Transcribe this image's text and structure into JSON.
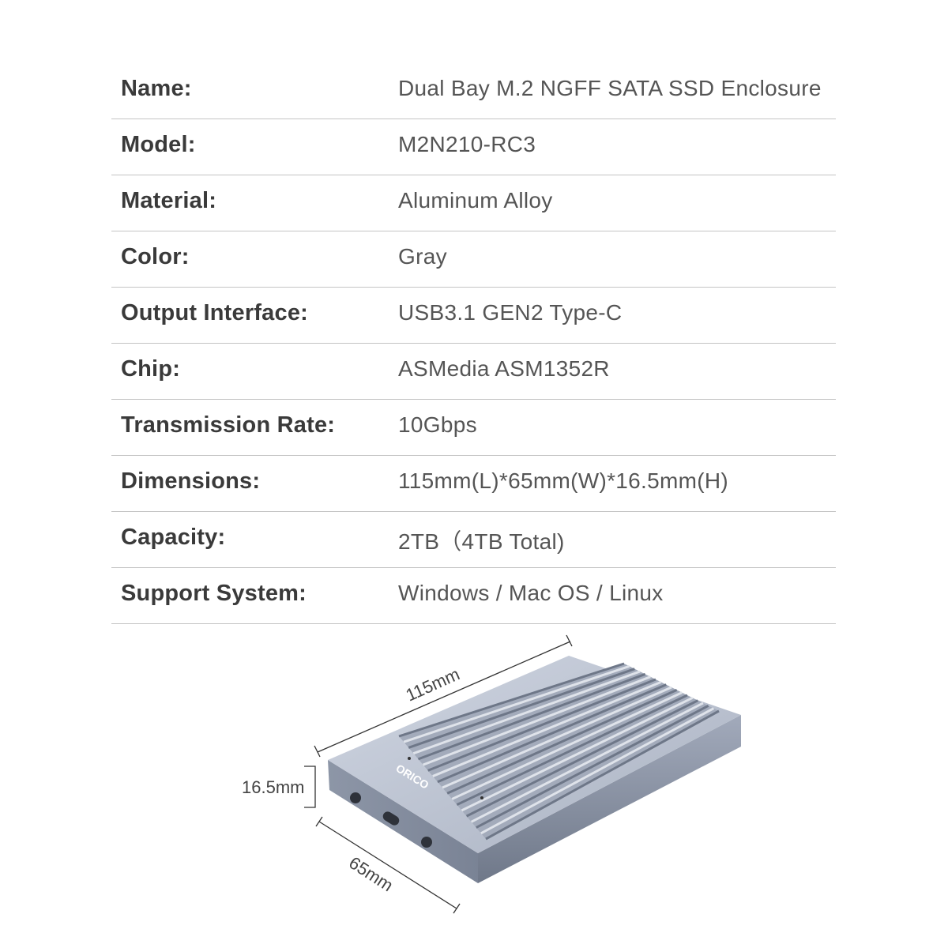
{
  "specs": [
    {
      "label": "Name:",
      "value": "Dual Bay M.2 NGFF SATA SSD Enclosure"
    },
    {
      "label": "Model:",
      "value": "M2N210-RC3"
    },
    {
      "label": "Material:",
      "value": "Aluminum Alloy"
    },
    {
      "label": "Color:",
      "value": "Gray"
    },
    {
      "label": "Output Interface:",
      "value": "USB3.1 GEN2 Type-C"
    },
    {
      "label": "Chip:",
      "value": "ASMedia ASM1352R"
    },
    {
      "label": "Transmission Rate:",
      "value": "10Gbps"
    },
    {
      "label": "Dimensions:",
      "value": "115mm(L)*65mm(W)*16.5mm(H)"
    },
    {
      "label": "Capacity:",
      "value": "2TB（4TB Total)"
    },
    {
      "label": "Support System:",
      "value": "Windows / Mac OS  / Linux"
    }
  ],
  "diagram": {
    "length_label": "115mm",
    "height_label": "16.5mm",
    "width_label": "65mm",
    "brand": "ORICO"
  },
  "colors": {
    "case": "#8f98aa",
    "top": "#b9c0cf",
    "fins": "#a7afbe"
  }
}
